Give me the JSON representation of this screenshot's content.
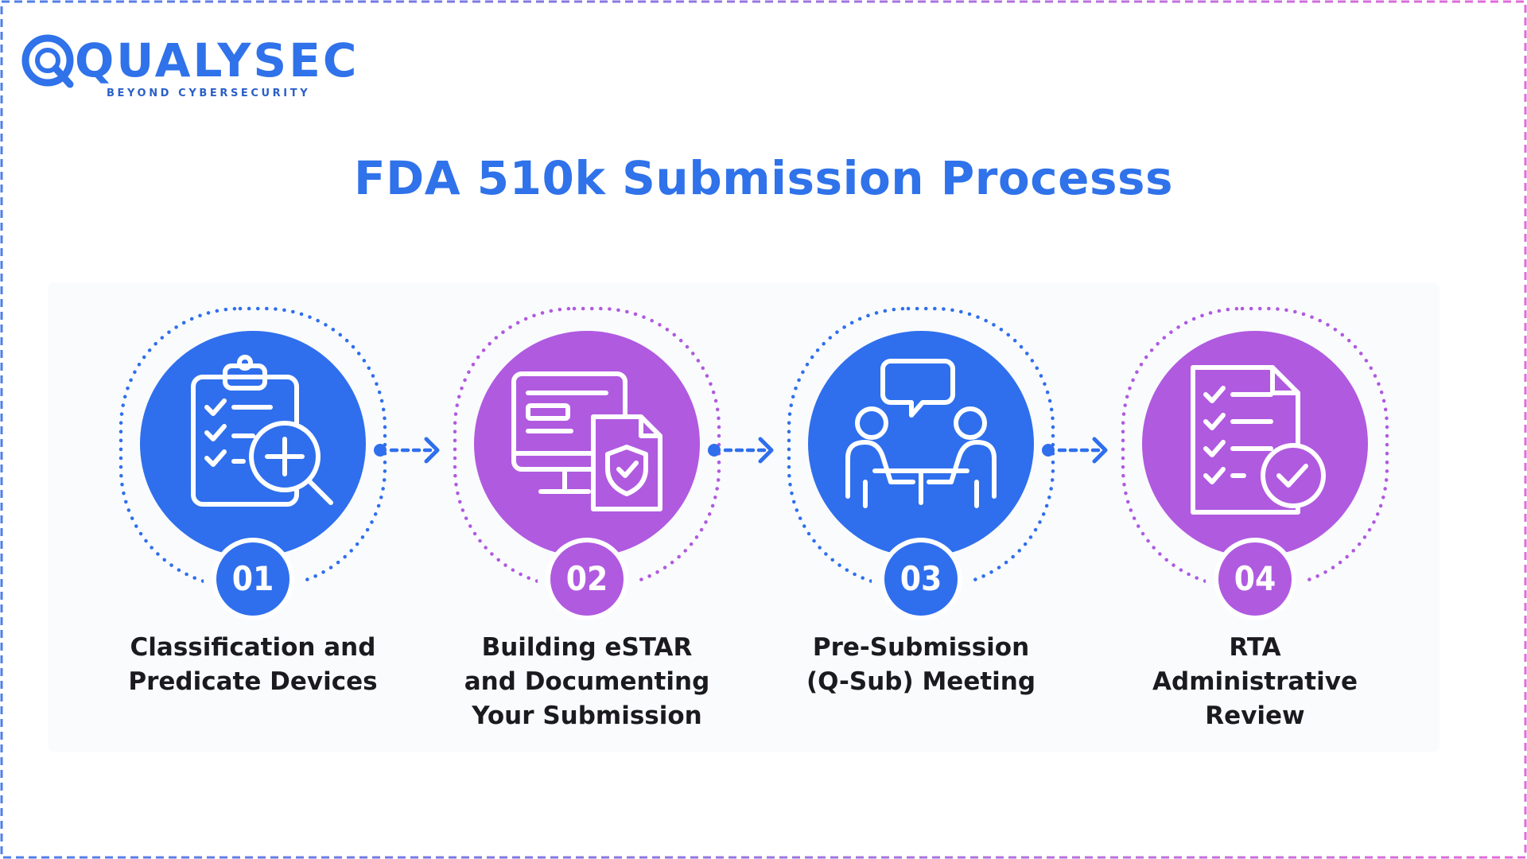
{
  "brand": {
    "name": "QUALYSEC",
    "tagline": "BEYOND CYBERSECURITY",
    "color": "#2f72ea"
  },
  "title": "FDA 510k Submission Processs",
  "colors": {
    "blue": "#2f6fed",
    "purple": "#b05ae0",
    "frame_start": "#4f7fe8",
    "frame_end": "#e36bd9"
  },
  "steps": [
    {
      "number": "01",
      "lines": [
        "Classification and",
        "Predicate Devices"
      ],
      "color": "blue",
      "icon": "clipboard-search-icon"
    },
    {
      "number": "02",
      "lines": [
        "Building eSTAR",
        "and Documenting",
        "Your Submission"
      ],
      "color": "purple",
      "icon": "monitor-document-shield-icon"
    },
    {
      "number": "03",
      "lines": [
        "Pre-Submission",
        "(Q-Sub) Meeting"
      ],
      "color": "blue",
      "icon": "meeting-people-icon"
    },
    {
      "number": "04",
      "lines": [
        "RTA",
        "Administrative",
        "Review"
      ],
      "color": "purple",
      "icon": "checklist-approved-icon"
    }
  ]
}
